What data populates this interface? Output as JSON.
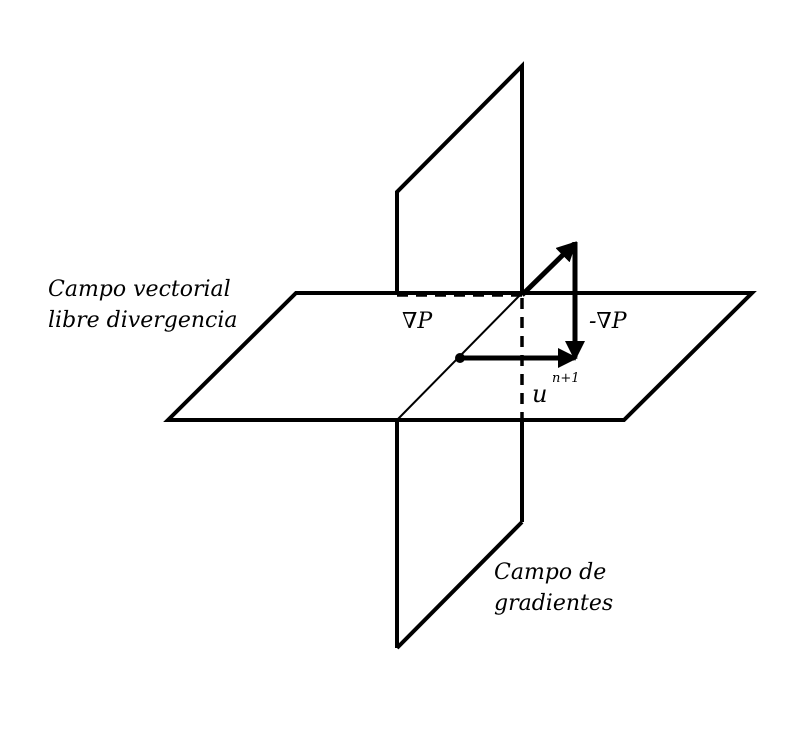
{
  "labels": {
    "horizontal_plane": [
      "Campo vectorial",
      "libre divergencia"
    ],
    "vertical_plane": [
      "Campo de",
      "gradientes"
    ],
    "grad_p": "∇P",
    "neg_grad_p": "-∇P",
    "u_base": "u",
    "u_sup": "n+1"
  },
  "colors": {
    "stroke": "#000000",
    "background": "#ffffff"
  }
}
